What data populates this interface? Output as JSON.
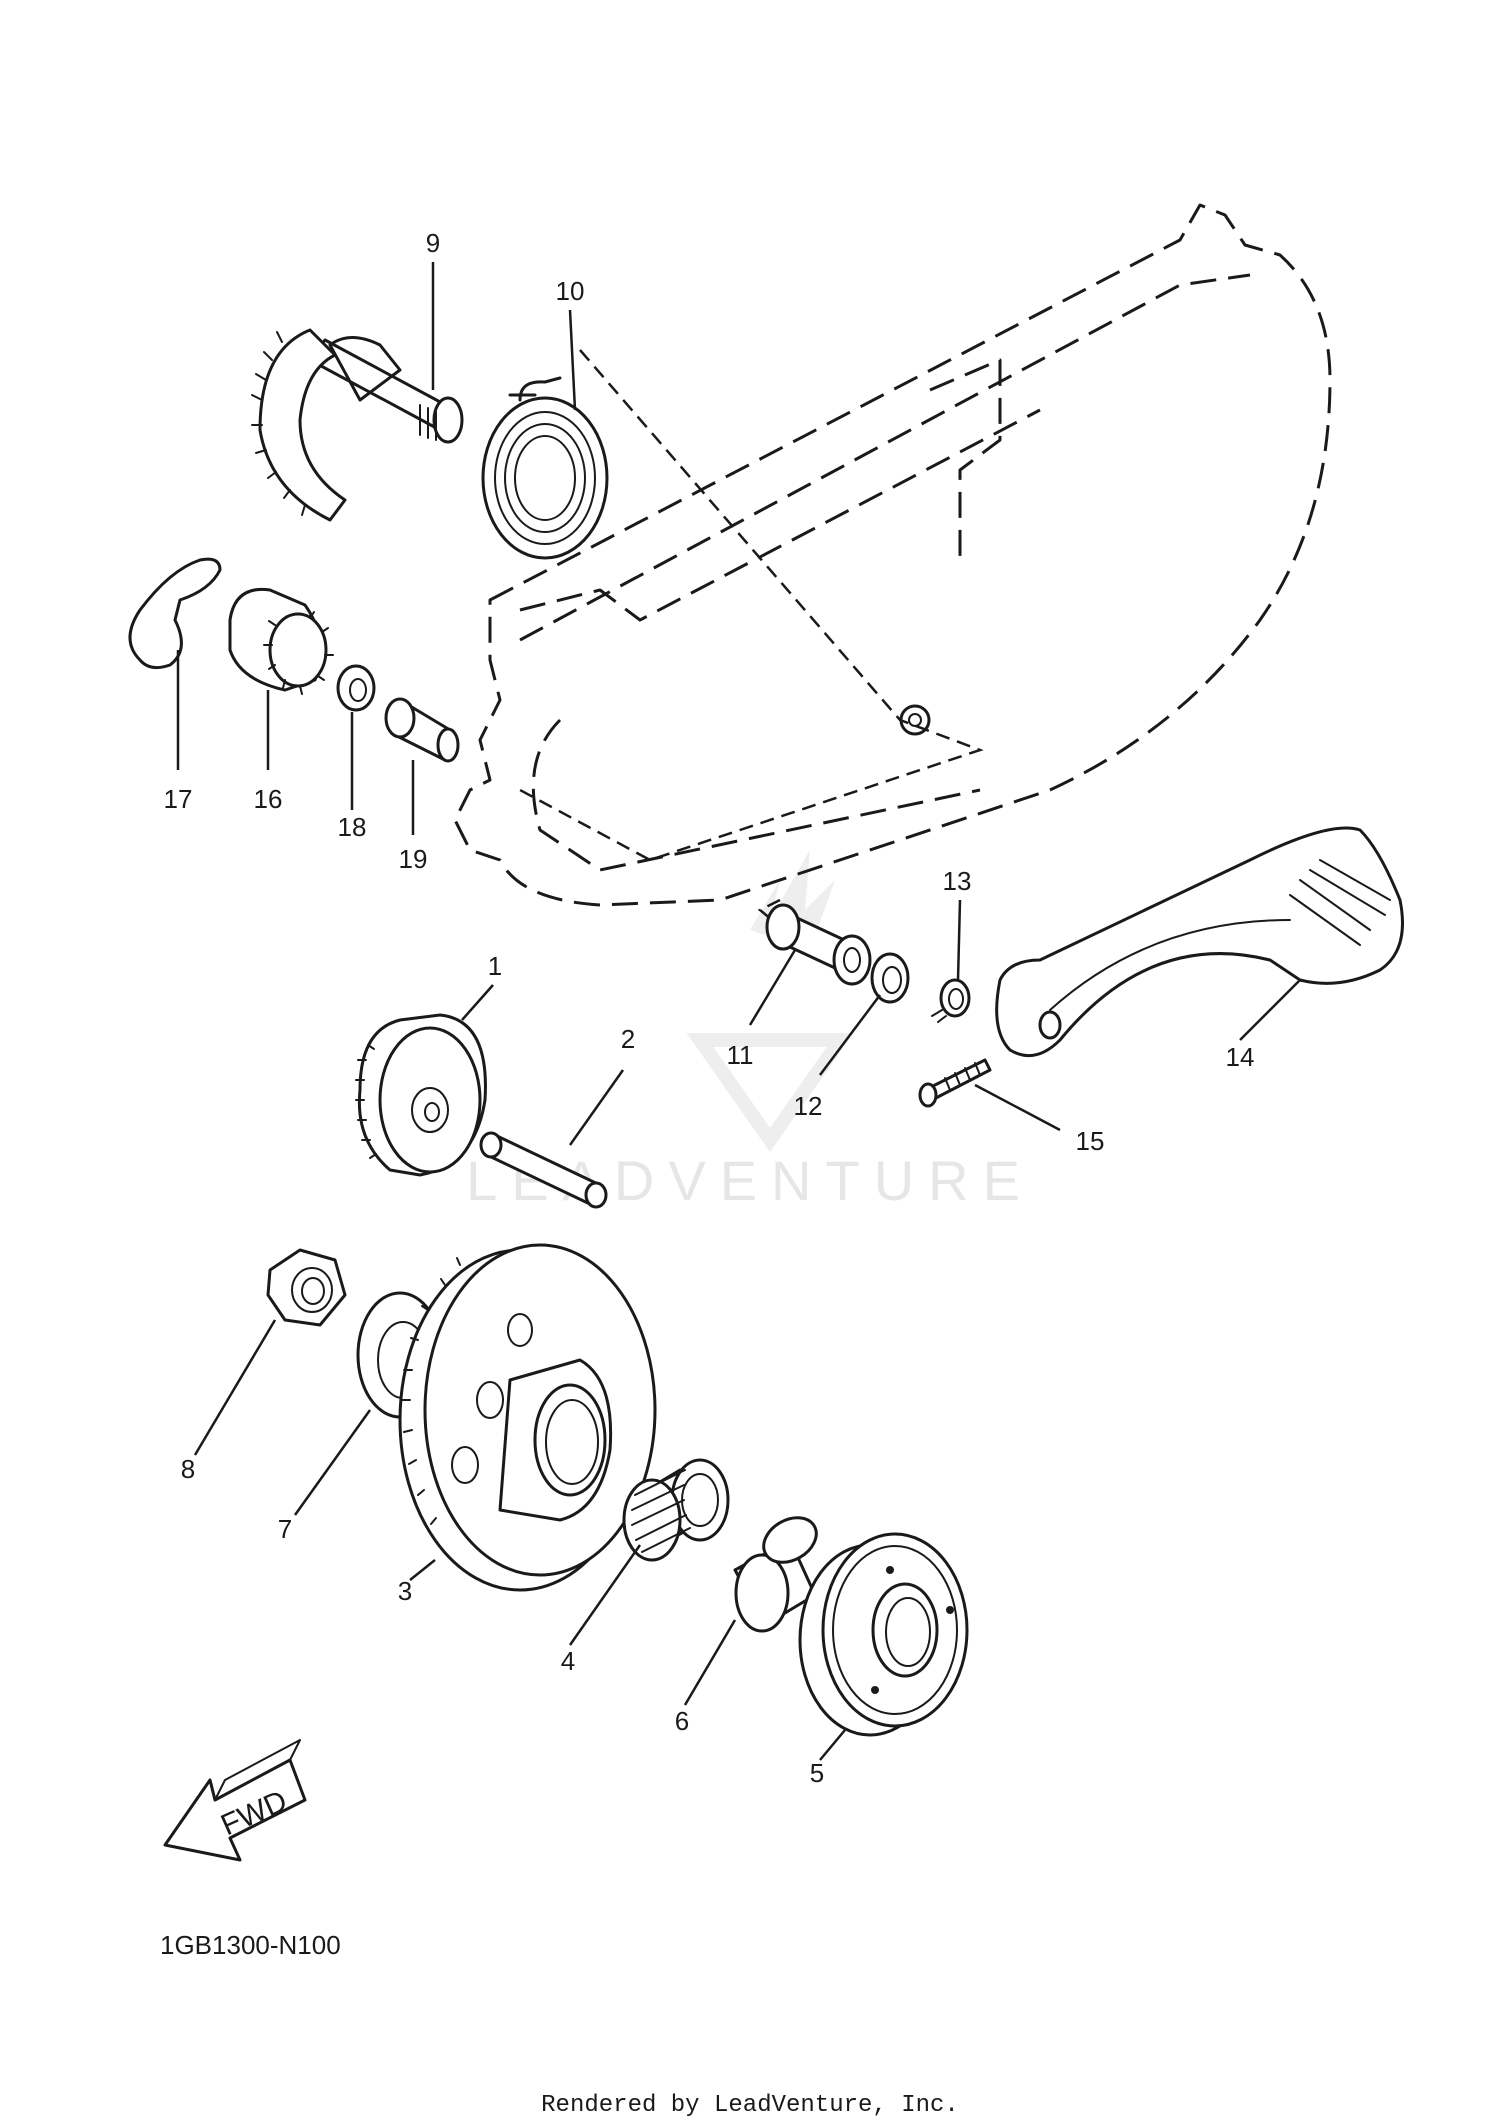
{
  "diagram_code": "1GB1300-N100",
  "credit": "Rendered by LeadVenture, Inc.",
  "watermark": "LEADVENTURE",
  "fwd_label": "FWD",
  "callouts": [
    "1",
    "2",
    "3",
    "4",
    "5",
    "6",
    "7",
    "8",
    "9",
    "10",
    "11",
    "12",
    "13",
    "14",
    "15",
    "16",
    "17",
    "18",
    "19"
  ]
}
